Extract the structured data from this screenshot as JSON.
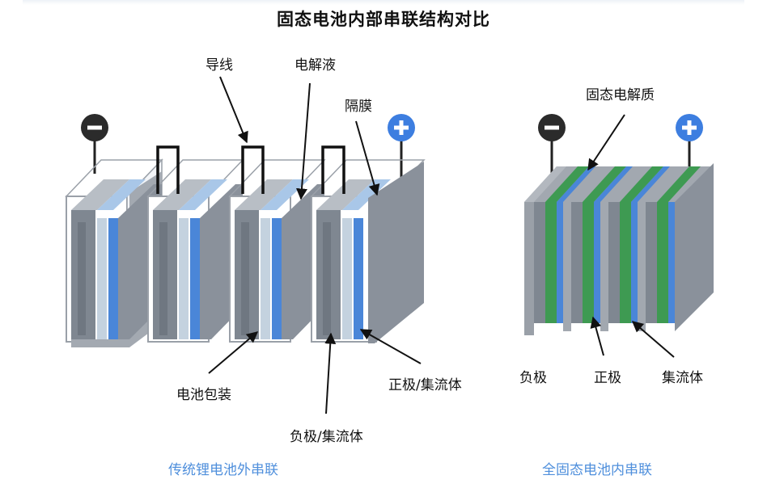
{
  "title": "固态电池内部串联结构对比",
  "left": {
    "labels": {
      "wire": "导线",
      "electrolyte": "电解液",
      "separator": "隔膜",
      "packaging": "电池包装",
      "cathode": "正极/集流体",
      "anode": "负极/集流体"
    },
    "caption": "传统锂电池外串联"
  },
  "right": {
    "labels": {
      "solid_electrolyte": "固态电解质",
      "anode": "负极",
      "cathode": "正极",
      "collector": "集流体"
    },
    "caption": "全固态电池内串联"
  },
  "colors": {
    "plate_gray": "#8a919b",
    "cathode_blue": "#4a86d8",
    "solid_green": "#3e9a52",
    "plus_blue": "#3d7ee0",
    "minus_dark": "#2b2b2b",
    "electrolyte_light": "#a9c7e8"
  },
  "icons": {
    "minus": "minus-terminal-icon",
    "plus": "plus-terminal-icon"
  }
}
